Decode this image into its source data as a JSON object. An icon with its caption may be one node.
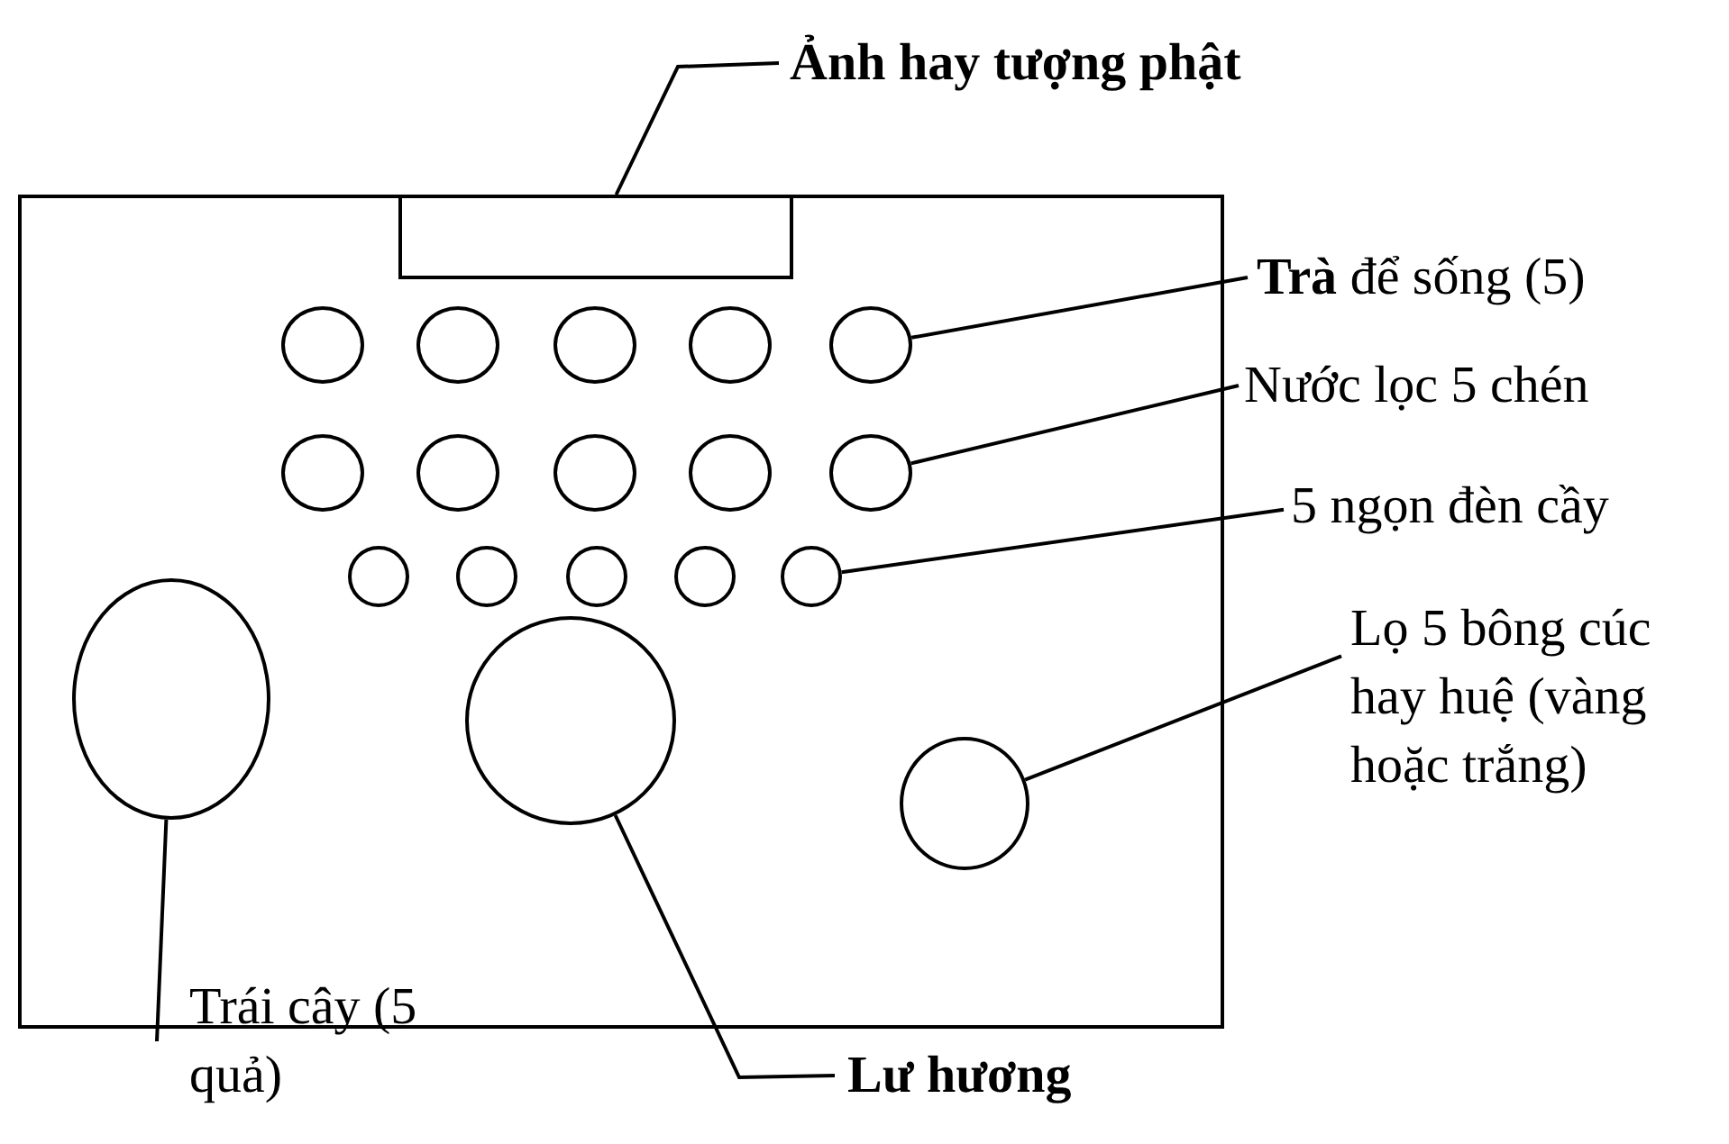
{
  "diagram": {
    "nodes": [
      {
        "text": [],
        "shape": "box"
      },
      {
        "text": [],
        "shape": "box",
        "in": 0
      },
      {
        "text": [],
        "shape": "circle",
        "in": 0
      },
      {
        "text": [],
        "shape": "circle",
        "in": 0
      },
      {
        "text": [],
        "shape": "circle",
        "in": 0
      },
      {
        "text": [],
        "shape": "circle",
        "in": 0
      },
      {
        "text": [],
        "shape": "circle",
        "in": 0
      },
      {
        "text": [],
        "shape": "circle",
        "in": 0
      },
      {
        "text": [],
        "shape": "circle",
        "in": 0
      },
      {
        "text": [],
        "shape": "circle",
        "in": 0
      },
      {
        "text": [],
        "shape": "circle",
        "in": 0
      },
      {
        "text": [],
        "shape": "circle",
        "in": 0
      },
      {
        "text": [],
        "shape": "circle",
        "in": 0
      },
      {
        "text": [],
        "shape": "circle",
        "in": 0
      },
      {
        "text": [],
        "shape": "circle",
        "in": 0
      },
      {
        "text": [],
        "shape": "circle",
        "in": 0
      },
      {
        "text": [],
        "shape": "circle",
        "in": 0
      },
      {
        "text": [],
        "shape": "circle",
        "in": 0
      },
      {
        "text": [],
        "shape": "circle",
        "in": 0
      },
      {
        "text": [],
        "shape": "circle",
        "in": 0
      },
      {
        "text": [
          "Ảnh hay tượng phật"
        ]
      },
      {
        "text": [
          "**Trà** để sống (5)"
        ]
      },
      {
        "text": [
          "Nước lọc 5 chén"
        ]
      },
      {
        "text": [
          "5 ngọn đèn cầy"
        ]
      },
      {
        "text": [
          "Lọ 5 bông cúc hay huệ (vàng hoặc trắng)"
        ]
      },
      {
        "text": [
          "Trái cây (5 quả)"
        ]
      },
      {
        "text": [
          "Lư hương"
        ]
      }
    ],
    "edges": [
      {
        "from": 20,
        "to": 1,
        "arrow": "none"
      },
      {
        "from": 21,
        "to": 6,
        "arrow": "none"
      },
      {
        "from": 22,
        "to": 11,
        "arrow": "none"
      },
      {
        "from": 23,
        "to": 16,
        "arrow": "none"
      },
      {
        "from": 24,
        "to": 19,
        "arrow": "none"
      },
      {
        "from": 25,
        "to": 17,
        "arrow": "none"
      },
      {
        "from": 26,
        "to": 18,
        "arrow": "none"
      }
    ]
  }
}
